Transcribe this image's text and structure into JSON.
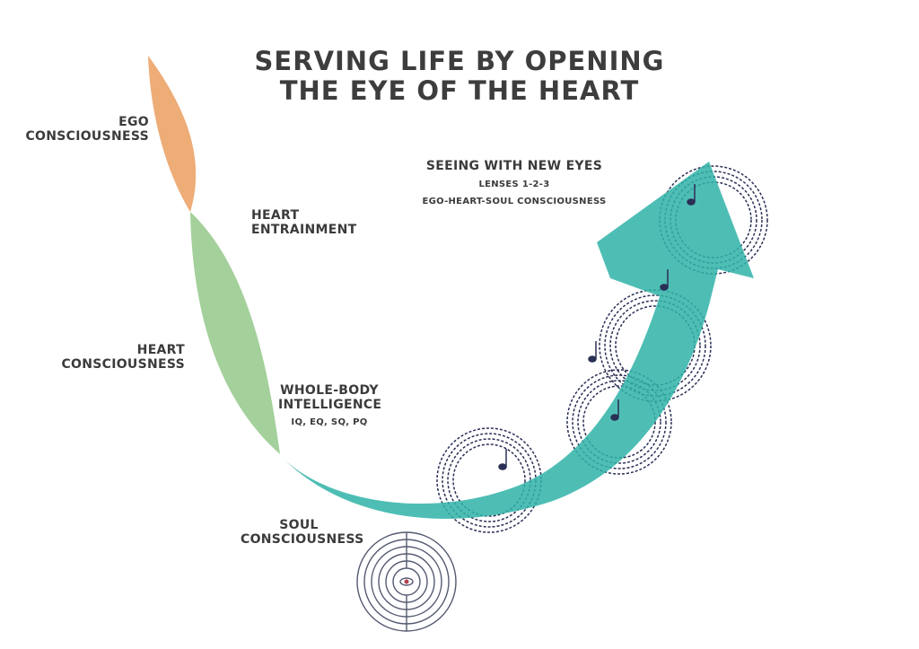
{
  "title": {
    "line1": "Serving Life by Opening",
    "line2": "the Eye of the Heart"
  },
  "labels": {
    "ego": {
      "line1": "Ego",
      "line2": "Consciousness"
    },
    "heart_entrainment": {
      "line1": "Heart",
      "line2": "Entrainment"
    },
    "heart_consciousness": {
      "line1": "Heart",
      "line2": "Consciousness"
    },
    "whole_body": {
      "line1": "Whole-Body",
      "line2": "Intelligence",
      "sub": "IQ, EQ, SQ, PQ"
    },
    "soul": {
      "line1": "Soul",
      "line2": "Consciousness"
    },
    "seeing": {
      "heading": "Seeing with New Eyes",
      "sub1": "Lenses 1-2-3",
      "sub2": "Ego-Heart-Soul Consciousness"
    }
  },
  "colors": {
    "ego": "#e8904a",
    "heart": "#7dbb74",
    "soul": "#2fb3a8",
    "music": "#2a2f55",
    "text": "#3b3b3b"
  }
}
